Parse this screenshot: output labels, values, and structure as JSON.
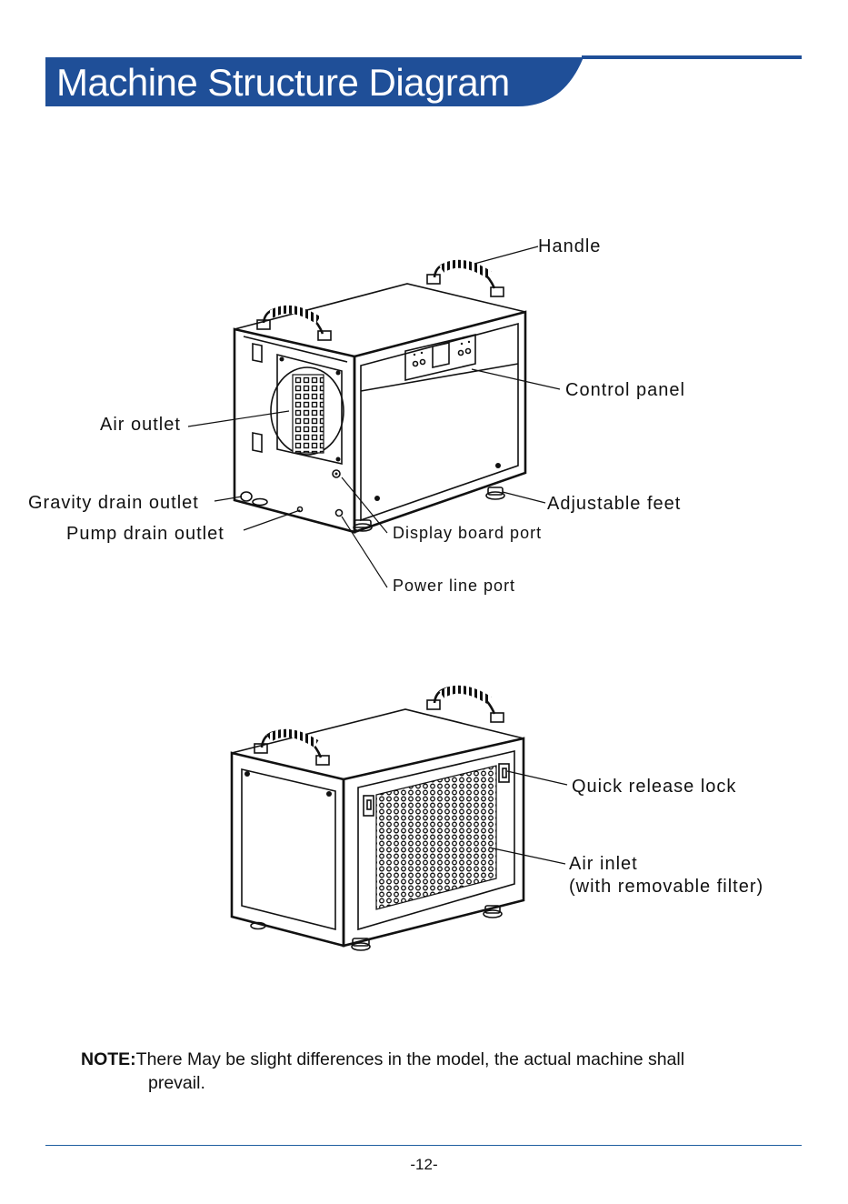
{
  "header": {
    "title": "Machine Structure Diagram",
    "accent_color": "#1f4f98"
  },
  "front_view": {
    "labels": {
      "handle": "Handle",
      "control_panel": "Control panel",
      "air_outlet": "Air outlet",
      "gravity_drain_outlet": "Gravity drain outlet",
      "pump_drain_outlet": "Pump drain outlet",
      "adjustable_feet": "Adjustable feet",
      "display_board_port": "Display board port",
      "power_line_port": "Power line port"
    }
  },
  "back_view": {
    "labels": {
      "quick_release_lock": "Quick release lock",
      "air_inlet_line1": "Air inlet",
      "air_inlet_line2": "(with removable filter)"
    }
  },
  "note": {
    "key": "NOTE:",
    "text_line1": "There May be slight differences in the model, the actual machine shall",
    "text_line2": "prevail."
  },
  "footer": {
    "page_number": "-12-"
  }
}
